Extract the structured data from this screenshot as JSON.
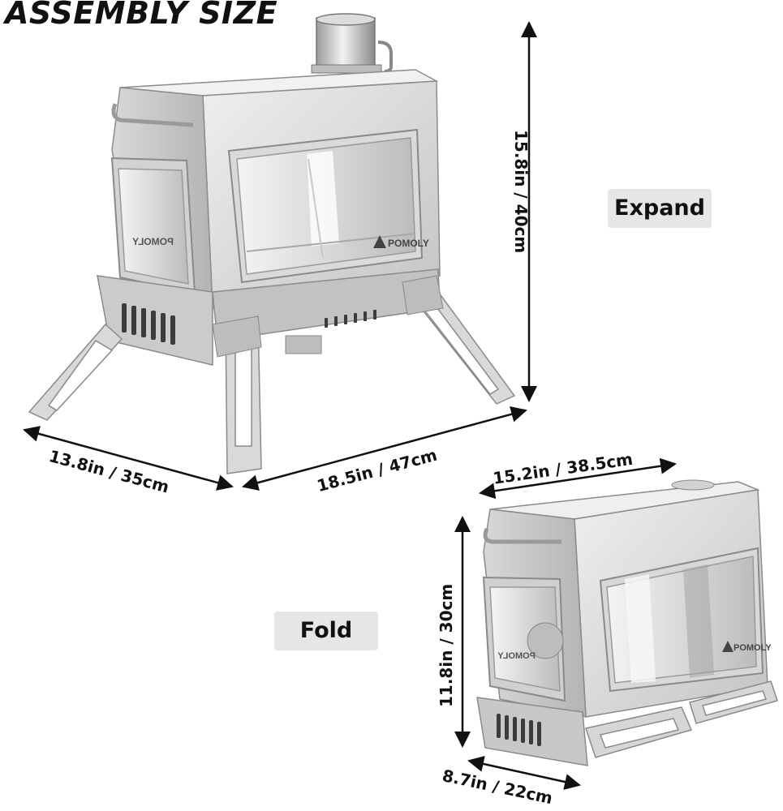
{
  "title": "ASSEMBLY SIZE",
  "labels": {
    "expand": "Expand",
    "fold": "Fold"
  },
  "dimensions": {
    "expand_height": "15.8in / 40cm",
    "expand_depth": "13.8in / 35cm",
    "expand_width": "18.5in / 47cm",
    "fold_width": "15.2in / 38.5cm",
    "fold_height": "11.8in / 30cm",
    "fold_depth": "8.7in / 22cm"
  },
  "brand": {
    "logo_text": "POMOLY",
    "logo_text_mirrored": "POMOLY"
  },
  "colors": {
    "steel_light": "#e9e9e9",
    "steel_mid": "#cfcfcf",
    "steel_dark": "#8f8f8f",
    "label_bg": "#e6e6e6",
    "text": "#111111"
  }
}
